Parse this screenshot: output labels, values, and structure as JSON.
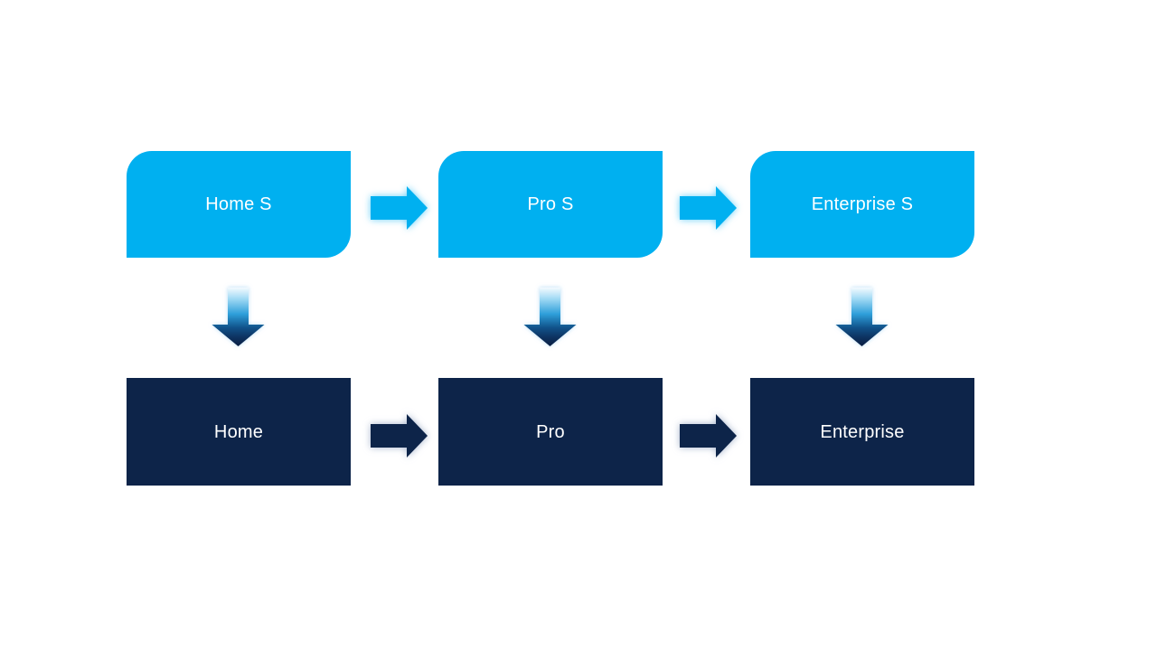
{
  "diagram": {
    "title": "edition-upgrade-flow",
    "top_row": [
      {
        "label": "Home S"
      },
      {
        "label": "Pro S"
      },
      {
        "label": "Enterprise S"
      }
    ],
    "bottom_row": [
      {
        "label": "Home"
      },
      {
        "label": "Pro"
      },
      {
        "label": "Enterprise"
      }
    ],
    "colors": {
      "background": "#FFFFFF",
      "top_box_fill": "#00B0F0",
      "bottom_box_fill": "#0D2449",
      "box_text": "#FFFFFF",
      "top_arrow_fill": "#00B0F0",
      "top_arrow_glow": "#40C3F6",
      "bottom_arrow_fill": "#0D2449",
      "bottom_arrow_glow": "#8094B8",
      "down_arrow_gradient_top": "#F4FAFE",
      "down_arrow_gradient_mid": "#2F9FDA",
      "down_arrow_gradient_bottom": "#0A1E42"
    }
  }
}
